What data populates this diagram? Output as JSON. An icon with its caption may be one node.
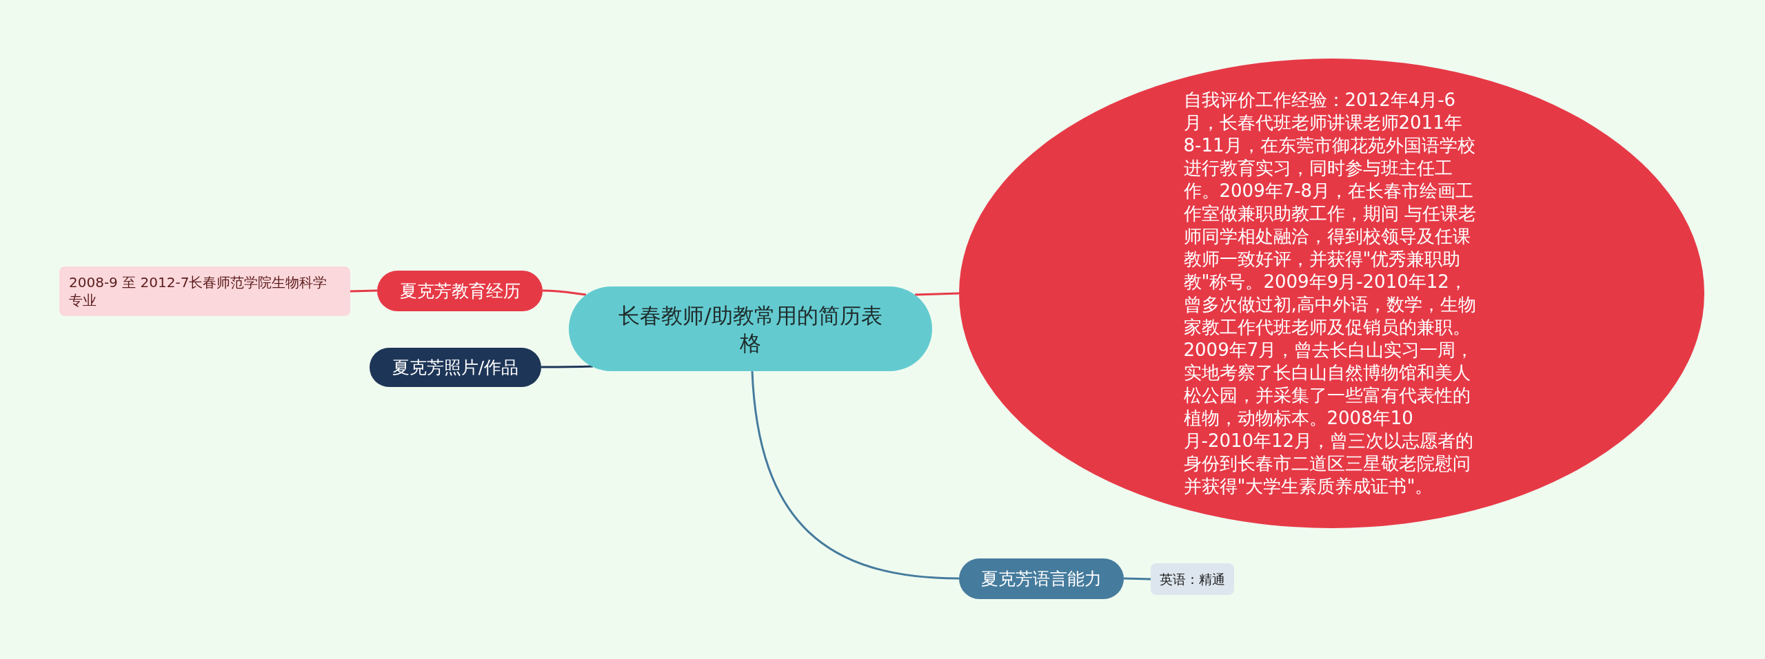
{
  "diagram": {
    "nodes": [
      {
        "text": [
          "长春教师/助教常用的简历表格"
        ]
      },
      {
        "text": [
          "夏克芳教育经历"
        ]
      },
      {
        "text": [
          "2008-9 至 2012-7长春师范学院生物科学专业"
        ]
      },
      {
        "text": [
          "夏克芳照片/作品"
        ]
      },
      {
        "text": [
          "自我评价工作经验：2012年4月-6月，长春代班老师讲课老师2011年8-11月，在东莞市御花苑外国语学校进行教育实习，同时参与班主任工作。2009年7-8月，在长春市绘画工作室做兼职助教工作，期间 与任课老师同学相处融洽，得到校领导及任课教师一致好评，并获得\"优秀兼职助教\"称号。2009年9月-2010年12，曾多次做过初,高中外语，数学，生物家教工作代班老师及促销员的兼职。2009年7月，曾去长白山实习一周，实地考察了长白山自然博物馆和美人松公园，并采集了一些富有代表性的植物，动物标本。2008年10月-2010年12月，曾三次以志愿者的身份到长春市二道区三星敬老院慰问并获得\"大学生素质养成证书\"。"
        ]
      },
      {
        "text": [
          "夏克芳语言能力"
        ]
      },
      {
        "text": [
          "英语：精通"
        ]
      }
    ],
    "edges": [
      {
        "from": 0,
        "to": 1,
        "arrow": "none",
        "color": "#e63946"
      },
      {
        "from": 1,
        "to": 2,
        "arrow": "none",
        "color": "#e63946"
      },
      {
        "from": 0,
        "to": 3,
        "arrow": "none",
        "color": "#1d3557"
      },
      {
        "from": 0,
        "to": 4,
        "arrow": "none",
        "color": "#e63946"
      },
      {
        "from": 0,
        "to": 5,
        "arrow": "none",
        "color": "#457b9d"
      },
      {
        "from": 5,
        "to": 6,
        "arrow": "none",
        "color": "#457b9d"
      }
    ]
  }
}
